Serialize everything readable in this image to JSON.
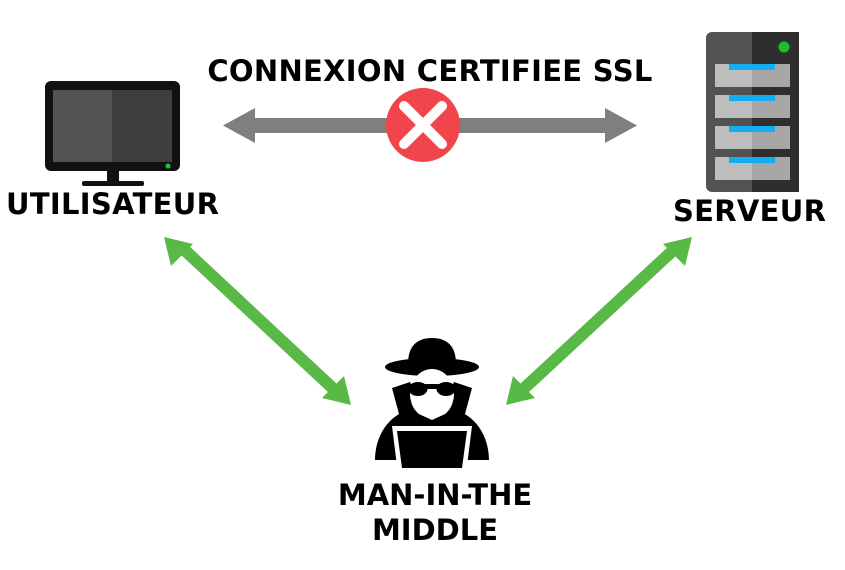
{
  "connection_label": "CONNEXION CERTIFIEE SSL",
  "user_label": "UTILISATEUR",
  "server_label": "SERVEUR",
  "attacker_label_line1": "MAN-IN-THE",
  "attacker_label_line2": "MIDDLE",
  "icons": {
    "user": "monitor-icon",
    "server": "server-icon",
    "attacker": "hacker-icon",
    "blocked": "error-x-icon"
  },
  "colors": {
    "secure_arrow": "#7f7f7f",
    "blocked_badge": "#f0454b",
    "intercept_arrow": "#58b946",
    "server_slot": "#14aef0",
    "power_led": "#1bbf2e"
  }
}
